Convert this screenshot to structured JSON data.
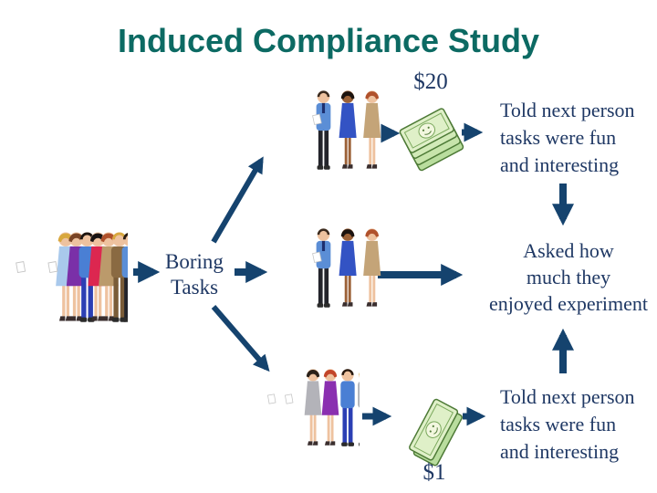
{
  "slide": {
    "title": "Induced Compliance Study"
  },
  "process": {
    "boring_tasks": {
      "line1": "Boring",
      "line2": "Tasks"
    }
  },
  "payments": {
    "high": "$20",
    "low": "$1"
  },
  "outcomes": {
    "top": {
      "line1": "Told next person",
      "line2": "tasks were fun",
      "line3": "and interesting"
    },
    "middle": {
      "line1": "Asked how",
      "line2": "much they",
      "line3": "enjoyed experiment"
    },
    "bottom": {
      "line1": "Told next person",
      "line2": "tasks were fun",
      "line3": "and interesting"
    }
  },
  "colors": {
    "title_teal": "#0c6a63",
    "body_navy": "#1f3864",
    "arrow_navy": "#15436e",
    "bill_fill": "#dff0c8",
    "bill_border": "#4d7a36"
  },
  "icons": {
    "participants_all": "people-crowd-icon",
    "group_high_pay": "people-group-icon",
    "group_control": "people-group-icon",
    "group_low_pay": "people-group-icon",
    "high_payment": "money-stack-icon",
    "low_payment": "money-bill-icon"
  }
}
